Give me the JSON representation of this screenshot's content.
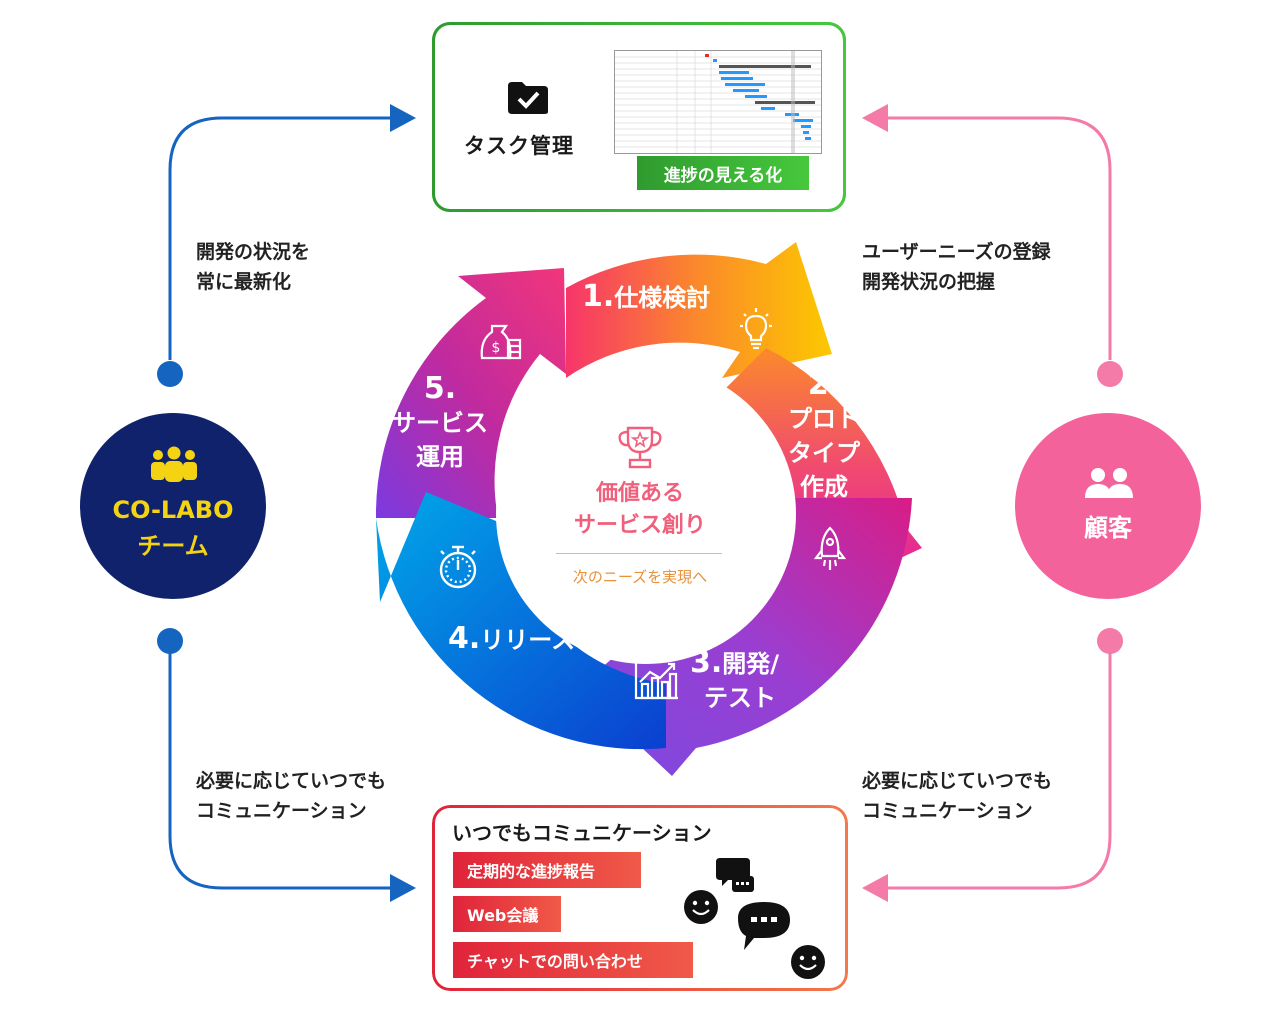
{
  "task_box": {
    "title": "タスク管理",
    "badge": "進捗の見える化",
    "icon": "folder-check-icon"
  },
  "communication_box": {
    "title": "いつでもコミュニケーション",
    "items": [
      "定期的な進捗報告",
      "Web会議",
      "チャットでの問い合わせ"
    ],
    "icon": "chat-smiley-icon"
  },
  "team": {
    "label_line1": "CO-LABO",
    "label_line2": "チーム",
    "icon": "group-people-icon"
  },
  "customer": {
    "label": "顧客",
    "icon": "two-people-icon"
  },
  "annotations": {
    "top_left": [
      "開発の状況を",
      "常に最新化"
    ],
    "top_right": [
      "ユーザーニーズの登録",
      "開発状況の把握"
    ],
    "bottom_left": [
      "必要に応じていつでも",
      "コミュニケーション"
    ],
    "bottom_right": [
      "必要に応じていつでも",
      "コミュニケーション"
    ]
  },
  "cycle": {
    "center_title_line1": "価値ある",
    "center_title_line2": "サービス創り",
    "center_sub": "次のニーズを実現へ",
    "center_icon": "trophy-icon",
    "stages": [
      {
        "num": "1.",
        "label": "仕様検討",
        "icon": "lightbulb-icon"
      },
      {
        "num": "2.",
        "label_lines": [
          "プロト",
          "タイプ",
          "作成"
        ],
        "icon": "rocket-icon"
      },
      {
        "num": "3.",
        "label_lines": [
          "開発/",
          "テスト"
        ],
        "icon": "chart-icon"
      },
      {
        "num": "4.",
        "label": "リリース",
        "icon": "stopwatch-icon"
      },
      {
        "num": "5.",
        "label_lines": [
          "サービス",
          "運用"
        ],
        "icon": "money-bag-icon"
      }
    ]
  },
  "colors": {
    "team_navy": "#10226b",
    "team_text": "#f4d312",
    "customer_pink": "#f4629c",
    "arrow_blue": "#1565c0",
    "task_green": "#3fae3a",
    "comm_red": "#e0243a"
  }
}
